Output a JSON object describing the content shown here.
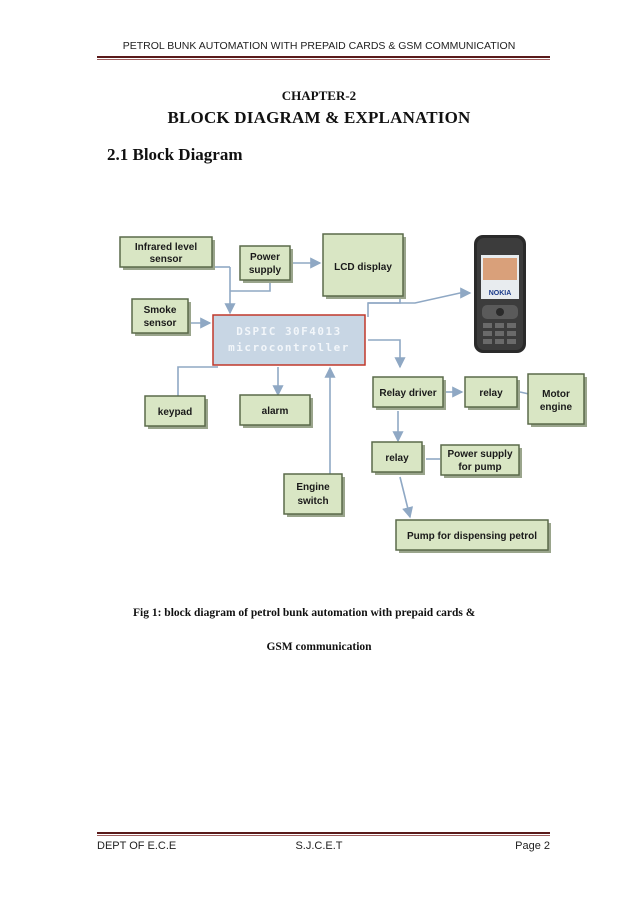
{
  "header": {
    "running_title": "PETROL BUNK AUTOMATION WITH PREPAID CARDS & GSM COMMUNICATION"
  },
  "chapter": {
    "label": "CHAPTER-2",
    "title": "BLOCK DIAGRAM & EXPLANATION"
  },
  "section": {
    "title": "2.1 Block Diagram"
  },
  "diagram": {
    "blocks": {
      "infrared": [
        "Infrared level",
        "sensor"
      ],
      "power_supply": [
        "Power",
        "supply"
      ],
      "lcd": "LCD display",
      "smoke": [
        "Smoke",
        "sensor"
      ],
      "mcu": [
        "DSPIC 30F4013",
        "microcontroller"
      ],
      "keypad": "keypad",
      "alarm": "alarm",
      "relay_driver": "Relay driver",
      "relay1": "relay",
      "motor": [
        "Motor",
        "engine"
      ],
      "relay2": "relay",
      "pump_power": [
        "Power supply",
        "for pump"
      ],
      "engine_switch": [
        "Engine",
        "switch"
      ],
      "pump": "Pump for dispensing petrol"
    },
    "phone": {
      "brand": "NOKIA"
    }
  },
  "caption": {
    "line1": "Fig 1: block diagram of petrol bunk automation with prepaid cards &",
    "line2": "GSM communication"
  },
  "footer": {
    "left": "DEPT OF E.C.E",
    "center": "S.J.C.E.T",
    "right": "Page 2"
  }
}
